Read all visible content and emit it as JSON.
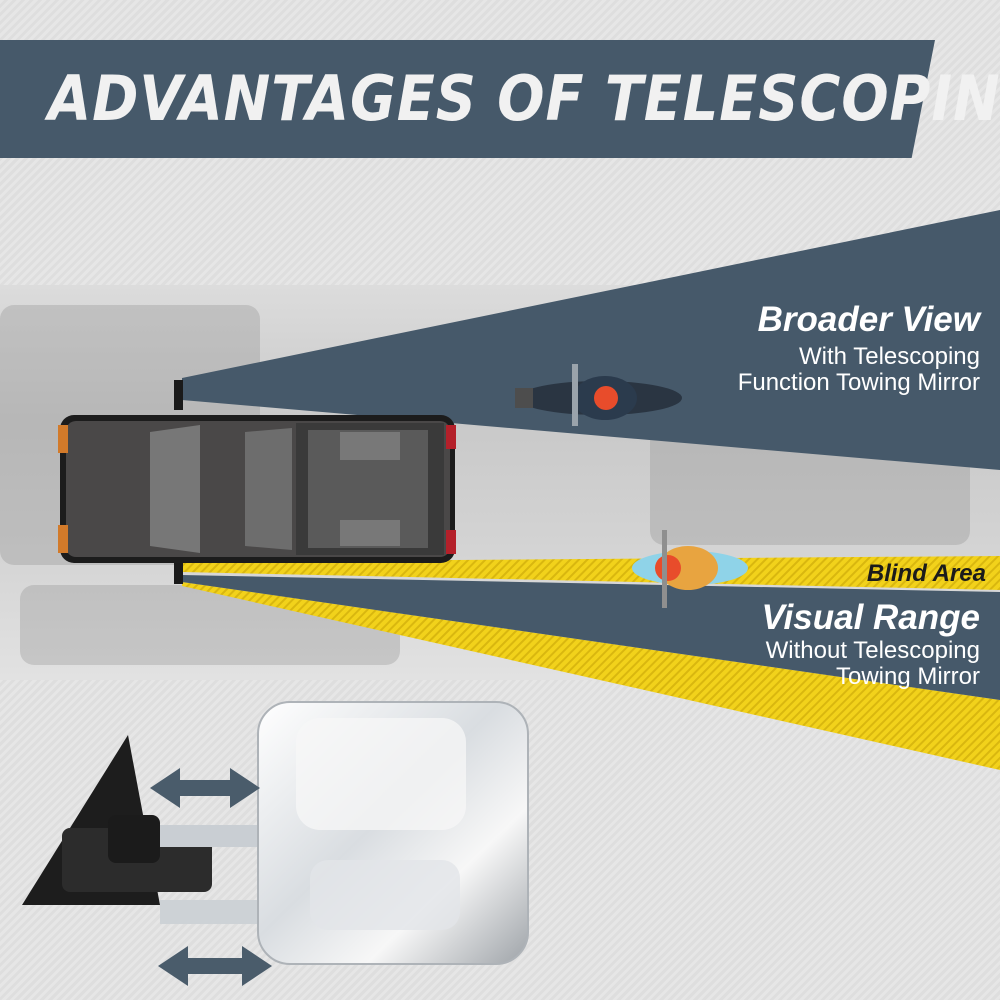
{
  "banner": {
    "title": "ADVANTAGES OF TELESCOPING"
  },
  "broader": {
    "heading": "Broader View",
    "line1": "With Telescoping",
    "line2": "Function Towing Mirror"
  },
  "blind": {
    "label": "Blind Area"
  },
  "visual": {
    "heading": "Visual Range",
    "line1": "Without Telescoping",
    "line2": "Towing Mirror"
  },
  "colors": {
    "slate": "#46596a",
    "yellow": "#f2d21b",
    "truck": "#4a4848",
    "chrome": "#e8ebee"
  },
  "icons": [
    "double-arrow-icon",
    "pickup-truck-icon",
    "motorcycle-rider-icon",
    "towing-mirror-icon"
  ]
}
